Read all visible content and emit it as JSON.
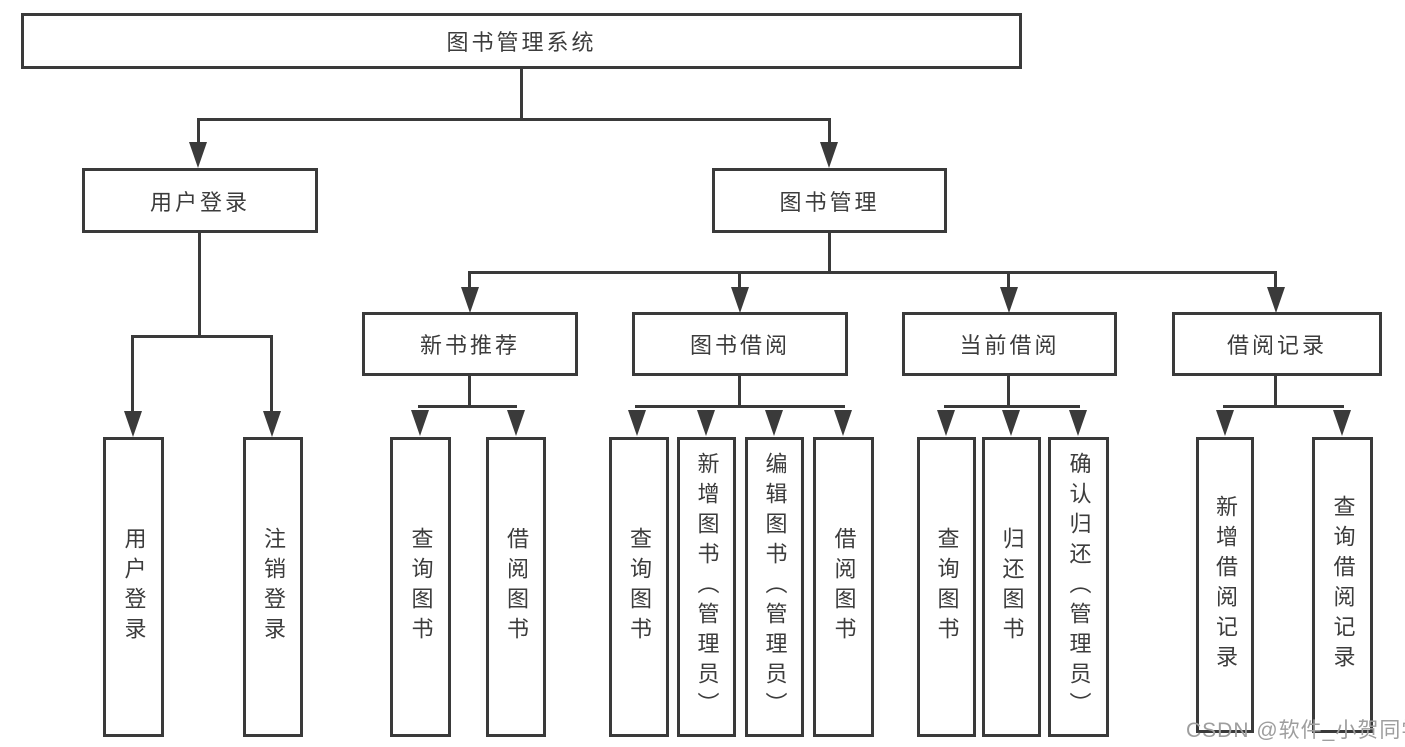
{
  "tree": {
    "root": {
      "label": "图书管理系统",
      "children": [
        {
          "label": "用户登录",
          "children": [
            {
              "label": "用户登录"
            },
            {
              "label": "注销登录"
            }
          ]
        },
        {
          "label": "图书管理",
          "children": [
            {
              "label": "新书推荐",
              "children": [
                {
                  "label": "查询图书"
                },
                {
                  "label": "借阅图书"
                }
              ]
            },
            {
              "label": "图书借阅",
              "children": [
                {
                  "label": "查询图书"
                },
                {
                  "label": "新增图书（管理员）"
                },
                {
                  "label": "编辑图书（管理员）"
                },
                {
                  "label": "借阅图书"
                }
              ]
            },
            {
              "label": "当前借阅",
              "children": [
                {
                  "label": "查询图书"
                },
                {
                  "label": "归还图书"
                },
                {
                  "label": "确认归还（管理员）"
                }
              ]
            },
            {
              "label": "借阅记录",
              "children": [
                {
                  "label": "新增借阅记录"
                },
                {
                  "label": "查询借阅记录"
                }
              ]
            }
          ]
        }
      ]
    }
  },
  "watermark": {
    "text": "CSDN @软件_小贺同学"
  },
  "colors": {
    "line": "#3a3a3a",
    "text": "#3c3c3c",
    "box_background": "#ffffff",
    "page_background": "#ffffff",
    "watermark": "#9e9e9e"
  }
}
